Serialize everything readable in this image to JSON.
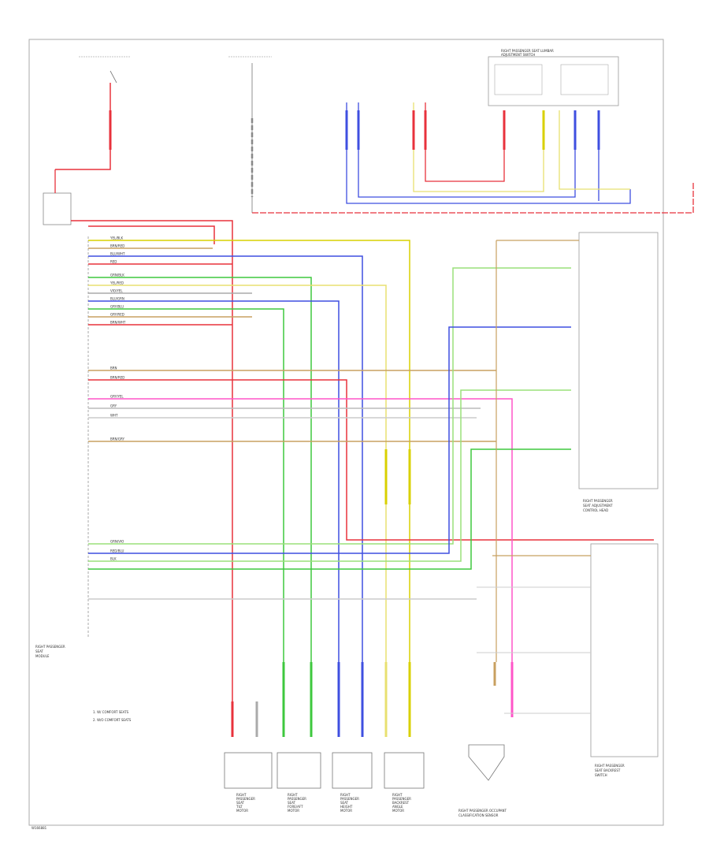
{
  "components": {
    "module_label": [
      "RIGHT PASSENGER",
      "SEAT",
      "MODULE"
    ],
    "lumbar_switch_label": [
      "RIGHT PASSENGER SEAT LUMBAR",
      "ADJUSTMENT SWITCH"
    ],
    "seat_switch_block_label": [
      "RIGHT PASSENGER",
      "SEAT ADJUSTMENT",
      "CONTROL HEAD"
    ],
    "backrest_block_label": [
      "RIGHT PASSENGER",
      "SEAT BACKREST",
      "SWITCH"
    ],
    "occupant_sensor_label": [
      "RIGHT PASSENGER OCCUPANT",
      "CLASSIFICATION SENSOR"
    ],
    "footnote_1": "1. W/ COMFORT SEATS",
    "footnote_2": "2. W/O COMFORT SEATS",
    "page_id": "W166881"
  },
  "motors": [
    {
      "label": [
        "RIGHT",
        "PASSENGER",
        "SEAT",
        "TILT",
        "MOTOR"
      ]
    },
    {
      "label": [
        "RIGHT",
        "PASSENGER",
        "SEAT",
        "FORE/AFT",
        "MOTOR"
      ]
    },
    {
      "label": [
        "RIGHT",
        "PASSENGER",
        "SEAT",
        "HEIGHT",
        "MOTOR"
      ]
    },
    {
      "label": [
        "RIGHT",
        "PASSENGER",
        "BACKREST",
        "ANGLE",
        "MOTOR"
      ]
    }
  ],
  "pin_labels": [
    "YEL/BLK",
    "BRN/RED",
    "BLU/WHT",
    "RED",
    "GRN/BLK",
    "YEL/RED",
    "VIO/YEL",
    "BLU/GRN",
    "GRY/BLU",
    "GRY/RED",
    "BRN/WHT",
    "BRN",
    "BRN/RED",
    "GRY/YEL",
    "GRY",
    "WHT",
    "BRN/GRY",
    "GRN/VIO",
    "RED/BLU",
    "BLK"
  ],
  "colors": {
    "red": "#e8323c",
    "pink": "#ff55c8",
    "blue": "#3f4fe0",
    "yellow": "#d9d000",
    "lightyellow": "#e8e070",
    "green": "#3ec83e",
    "lightgreen": "#9ae07a",
    "tan": "#c8a060",
    "gray": "#b0b0b0",
    "frame": "#999999"
  }
}
